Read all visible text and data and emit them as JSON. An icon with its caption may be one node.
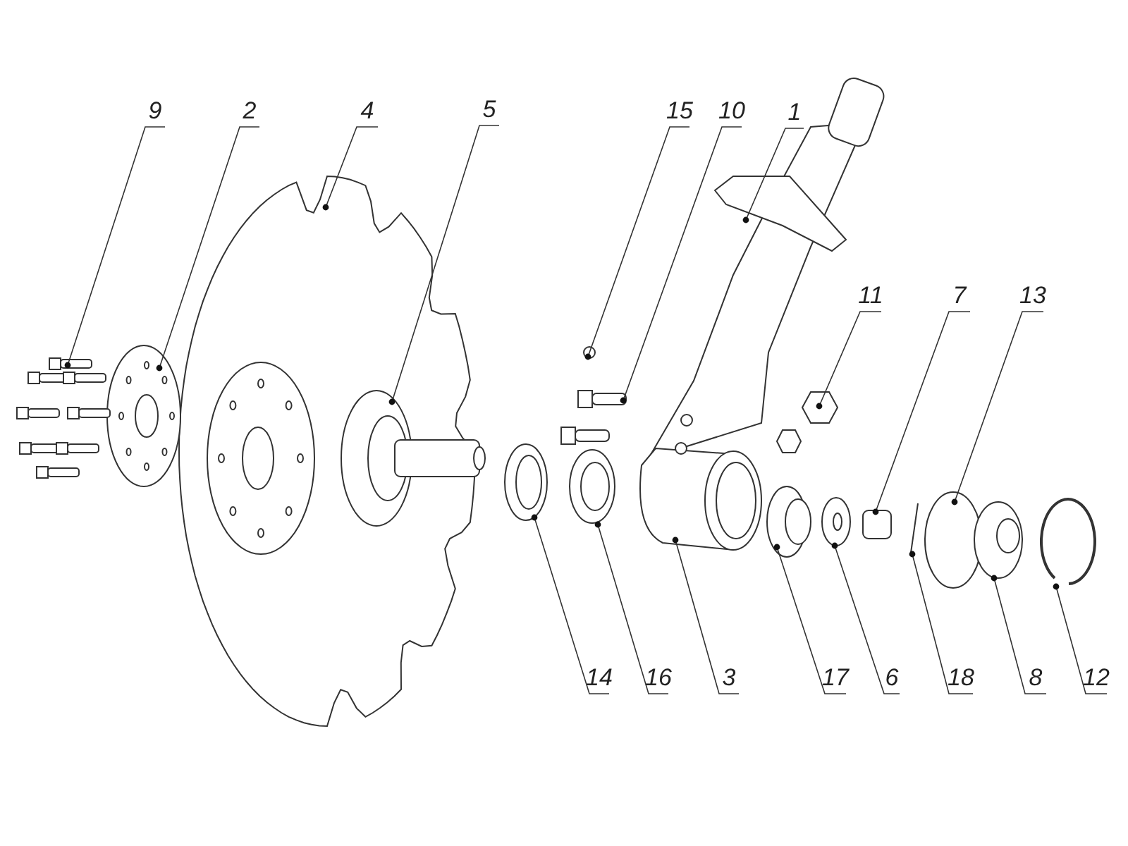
{
  "diagram": {
    "nodes": [
      {
        "text": [
          "9"
        ]
      },
      {
        "text": [
          "2"
        ]
      },
      {
        "text": [
          "4"
        ]
      },
      {
        "text": [
          "5"
        ]
      },
      {
        "text": [
          "15"
        ]
      },
      {
        "text": [
          "10"
        ]
      },
      {
        "text": [
          "1"
        ]
      },
      {
        "text": [
          "11"
        ]
      },
      {
        "text": [
          "7"
        ]
      },
      {
        "text": [
          "13"
        ]
      },
      {
        "text": [
          "14"
        ]
      },
      {
        "text": [
          "16"
        ]
      },
      {
        "text": [
          "3"
        ]
      },
      {
        "text": [
          "17"
        ]
      },
      {
        "text": [
          "6"
        ]
      },
      {
        "text": [
          "18"
        ]
      },
      {
        "text": [
          "8"
        ]
      },
      {
        "text": [
          "12"
        ]
      }
    ],
    "edges": [
      {
        "from": 0,
        "to": null,
        "arrow": "other"
      },
      {
        "from": 1,
        "to": null,
        "arrow": "other"
      },
      {
        "from": 2,
        "to": null,
        "arrow": "other"
      },
      {
        "from": 3,
        "to": null,
        "arrow": "other"
      },
      {
        "from": 4,
        "to": null,
        "arrow": "other"
      },
      {
        "from": 5,
        "to": null,
        "arrow": "other"
      },
      {
        "from": 6,
        "to": null,
        "arrow": "other"
      },
      {
        "from": 7,
        "to": null,
        "arrow": "other"
      },
      {
        "from": 8,
        "to": null,
        "arrow": "other"
      },
      {
        "from": 9,
        "to": null,
        "arrow": "other"
      },
      {
        "from": 10,
        "to": null,
        "arrow": "other"
      },
      {
        "from": 11,
        "to": null,
        "arrow": "other"
      },
      {
        "from": 12,
        "to": null,
        "arrow": "other"
      },
      {
        "from": 13,
        "to": null,
        "arrow": "other"
      },
      {
        "from": 14,
        "to": null,
        "arrow": "other"
      },
      {
        "from": 15,
        "to": null,
        "arrow": "other"
      },
      {
        "from": 16,
        "to": null,
        "arrow": "other"
      },
      {
        "from": 17,
        "to": null,
        "arrow": "other"
      }
    ]
  }
}
